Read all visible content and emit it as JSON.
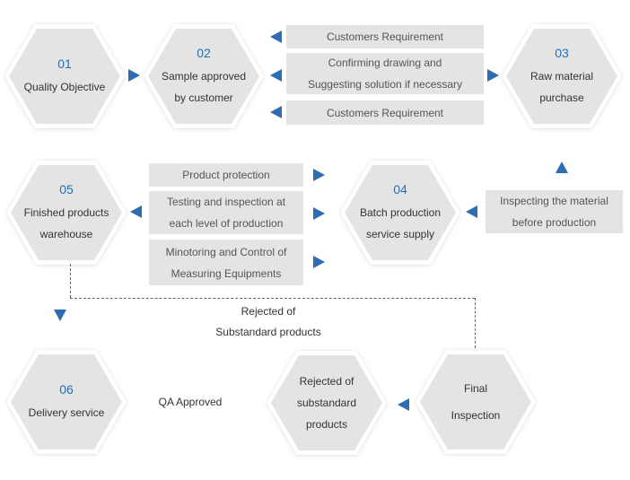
{
  "steps": {
    "s01": {
      "num": "01",
      "line1": "Quality Objective"
    },
    "s02": {
      "num": "02",
      "line1": "Sample approved",
      "line2": "by customer"
    },
    "s03": {
      "num": "03",
      "line1": "Raw material",
      "line2": "purchase"
    },
    "s04": {
      "num": "04",
      "line1": "Batch production",
      "line2": "service supply"
    },
    "s05": {
      "num": "05",
      "line1": "Finished products",
      "line2": "warehouse"
    },
    "s06": {
      "num": "06",
      "line1": "Delivery service"
    },
    "final": {
      "line1": "Final",
      "line2": "Inspection"
    },
    "rejected": {
      "line1": "Rejected of",
      "line2": "substandard",
      "line3": "products"
    }
  },
  "boxes": {
    "req1": {
      "line1": "Customers Requirement"
    },
    "confirm": {
      "line1": "Confirming drawing and",
      "line2": "Suggesting solution if necessary"
    },
    "req2": {
      "line1": "Customers Requirement"
    },
    "inspect_material": {
      "line1": "Inspecting the material",
      "line2": "before production"
    },
    "protection": {
      "line1": "Product protection"
    },
    "testing": {
      "line1": "Testing and inspection at",
      "line2": "each level of production"
    },
    "monitoring": {
      "line1": "Minotoring and Control of",
      "line2": "Measuring Equipments"
    }
  },
  "labels": {
    "rejected_line1": "Rejected of",
    "rejected_line2": "Substandard products",
    "qa_approved": "QA Approved"
  },
  "colors": {
    "accent": "#2e6db4",
    "number": "#1f6fb8",
    "fill": "#e4e4e4"
  }
}
